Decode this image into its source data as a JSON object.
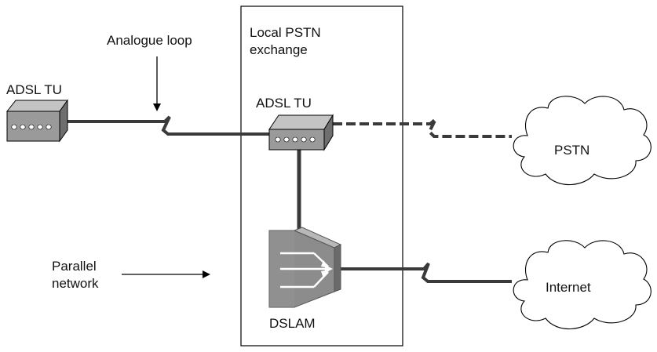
{
  "labels": {
    "analogue_loop": "Analogue loop",
    "adsl_tu_left": "ADSL TU",
    "exchange_line1": "Local PSTN",
    "exchange_line2": "exchange",
    "adsl_tu_exchange": "ADSL TU",
    "pstn": "PSTN",
    "internet": "Internet",
    "parallel_line1": "Parallel",
    "parallel_line2": "network",
    "dslam": "DSLAM"
  },
  "icons": {
    "modem": "modem-icon",
    "dslam": "dslam-icon",
    "cloud": "cloud-icon",
    "arrow": "arrow-icon"
  },
  "colors": {
    "line": "#3a3a3a",
    "device_fill": "#9a9a9a",
    "dslam_fill": "#8c8c8c",
    "outline": "#000000"
  }
}
